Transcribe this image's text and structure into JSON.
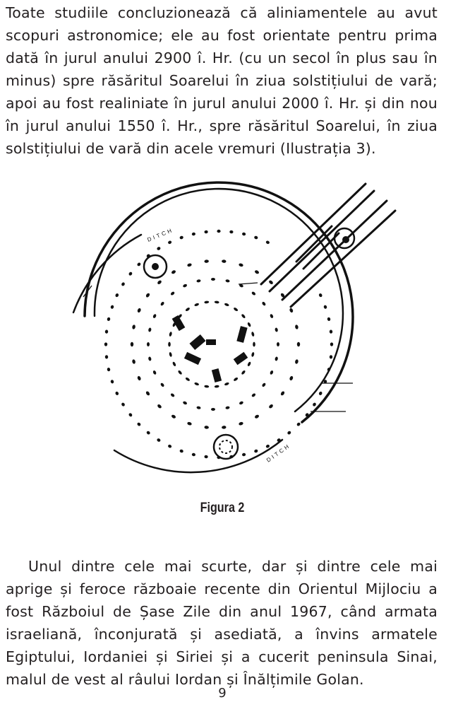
{
  "paragraphs": {
    "top": "Toate studiile concluzionează că aliniamentele au avut scopuri astronomice; ele au fost orientate pentru prima dată în jurul anului 2900 î. Hr. (cu un secol în plus sau în minus) spre răsăritul Soarelui în ziua solstițiului de vară; apoi au fost realiniate în jurul anului 2000 î. Hr. și din nou în jurul anului 1550 î. Hr., spre răsăritul Soarelui, în ziua solstițiului de vară din acele vremuri (Ilustrația 3).",
    "bottom": "Unul dintre cele mai scurte, dar și dintre cele mai aprige și feroce războaie recente din Orientul Mijlociu a fost Războiul de Șase Zile din anul 1967, când armata israeliană, înconjurată și asediată, a învins armatele Egiptului, Iordaniei și Siriei și a cucerit peninsula Sinai, malul de vest al râului Iordan și Înălțimile Golan."
  },
  "figure": {
    "caption": "Figura 2",
    "plan_labels": {
      "ditch": "DITCH"
    }
  },
  "page_number": "9"
}
